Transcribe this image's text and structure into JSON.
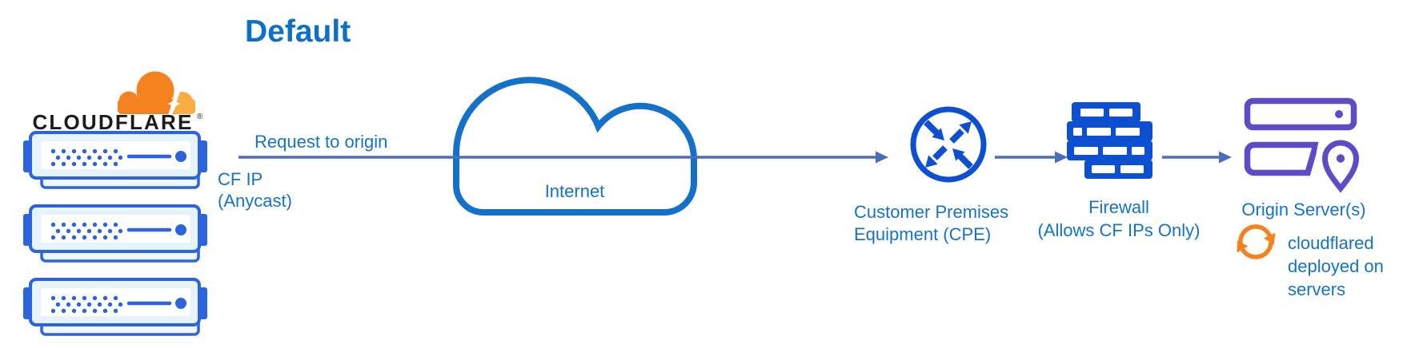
{
  "title": "Default",
  "brand": {
    "wordmark": "CLOUDFLARE",
    "registered": "®"
  },
  "labels": {
    "request": "Request to origin",
    "cf_ip": "CF IP\n(Anycast)",
    "internet": "Internet",
    "cpe": "Customer Premises\nEquipment (CPE)",
    "firewall": "Firewall\n(Allows CF IPs Only)",
    "origin": "Origin Server(s)",
    "cloudflared": "cloudflared\ndeployed on\nservers"
  },
  "icons": {
    "logo": "cloudflare-cloud-logo-icon",
    "servers": "edge-server-rack-icon",
    "internet": "internet-cloud-icon",
    "cpe": "cpe-router-icon",
    "firewall": "firewall-brick-icon",
    "origin": "origin-server-icon",
    "pin": "location-pin-icon",
    "sync": "sync-arrows-icon"
  },
  "colors": {
    "title_text": "#0d70c7",
    "label_text": "#1473c8",
    "connector": "#4a6dbd",
    "cloud_stroke": "#1371c9",
    "net_blue": "#0c4fd0",
    "rack_blue": "#2b64de",
    "rack_fill": "#e6f3fb",
    "tray_fill": "#eef7fd",
    "purple": "#5d4cc7",
    "orange": "#f6821f",
    "orange_light": "#fbad41",
    "ink": "#1b1b1b"
  }
}
